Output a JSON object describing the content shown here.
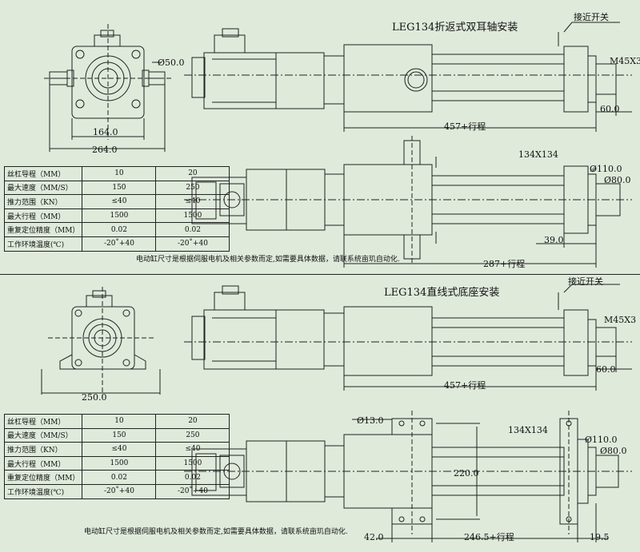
{
  "top": {
    "title": "LEG134折返式双耳轴安装",
    "proximity_switch": "接近开关",
    "dims": {
      "d50": "Ø50.0",
      "w164": "164.0",
      "w264": "264.0",
      "thread": "M45X3",
      "l60": "60.0",
      "stroke457": "457+行程",
      "sq134": "134X134",
      "d110": "Ø110.0",
      "d80": "Ø80.0",
      "l39": "39.0",
      "stroke287": "287+行程"
    },
    "spec_table": [
      {
        "label": "丝杠导程（MM）",
        "v1": "10",
        "v2": "20"
      },
      {
        "label": "最大速度（MM/S）",
        "v1": "150",
        "v2": "250"
      },
      {
        "label": "推力范围（KN）",
        "v1": "≤40",
        "v2": "≤40"
      },
      {
        "label": "最大行程（MM）",
        "v1": "1500",
        "v2": "1500"
      },
      {
        "label": "重复定位精度（MM）",
        "v1": "0.02",
        "v2": "0.02"
      },
      {
        "label": "工作环境温度(℃)",
        "v1": "-20˚+40",
        "v2": "-20˚+40"
      }
    ],
    "note": "电动缸尺寸是根据伺服电机及相关参数而定,如需要具体数据，请联系统亩玑自动化."
  },
  "bottom": {
    "title": "LEG134直线式底座安装",
    "proximity_switch": "接近开关",
    "dims": {
      "w250": "250.0",
      "thread": "M45X3",
      "l60": "60.0",
      "stroke457": "457+行程",
      "d13": "Ø13.0",
      "sq134": "134X134",
      "d110": "Ø110.0",
      "d80": "Ø80.0",
      "h220": "220.0",
      "l42": "42.0",
      "stroke246": "246.5+行程",
      "l19": "19.5"
    },
    "spec_table": [
      {
        "label": "丝杠导程（MM）",
        "v1": "10",
        "v2": "20"
      },
      {
        "label": "最大速度（MM/S）",
        "v1": "150",
        "v2": "250"
      },
      {
        "label": "推力范围（KN）",
        "v1": "≤40",
        "v2": "≤40"
      },
      {
        "label": "最大行程（MM）",
        "v1": "1500",
        "v2": "1500"
      },
      {
        "label": "重复定位精度（MM）",
        "v1": "0.02",
        "v2": "0.02"
      },
      {
        "label": "工作环境温度(℃)",
        "v1": "-20˚+40",
        "v2": "-20˚+40"
      }
    ],
    "note": "电动缸尺寸是根据伺服电机及相关参数而定,如需要具体数据，请联系统亩玑自动化."
  },
  "colors": {
    "background": "#dfeadb",
    "line": "#222222"
  }
}
